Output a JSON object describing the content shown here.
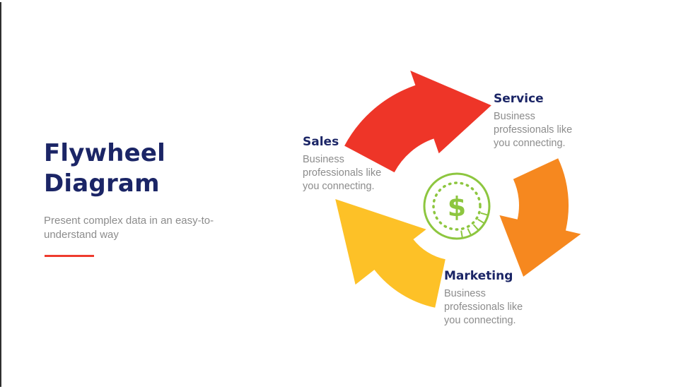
{
  "slide": {
    "background": "#ffffff",
    "edge_color": "#2f2f2f"
  },
  "left_panel": {
    "title_line1": "Flywheel",
    "title_line2": "Diagram",
    "title_color": "#1b2566",
    "subtitle": "Present complex data in an easy-to-understand way",
    "subtitle_color": "#8c8c8c",
    "accent_color": "#ee3b2e"
  },
  "diagram": {
    "type": "flywheel",
    "direction": "clockwise",
    "center_icon": "dollar-coin-icon",
    "center_icon_color": "#8dc63f",
    "center_symbol": "$",
    "label_color": "#1b2566",
    "description_color": "#8c8c8c",
    "arrows": [
      {
        "id": "top",
        "color": "#ee3528"
      },
      {
        "id": "right",
        "color": "#f6881f"
      },
      {
        "id": "bottom-left",
        "color": "#fdc127"
      }
    ],
    "nodes": [
      {
        "label": "Sales",
        "description": "Business professionals like you connecting."
      },
      {
        "label": "Service",
        "description": "Business professionals like you connecting."
      },
      {
        "label": "Marketing",
        "description": "Business professionals like you connecting."
      }
    ]
  }
}
